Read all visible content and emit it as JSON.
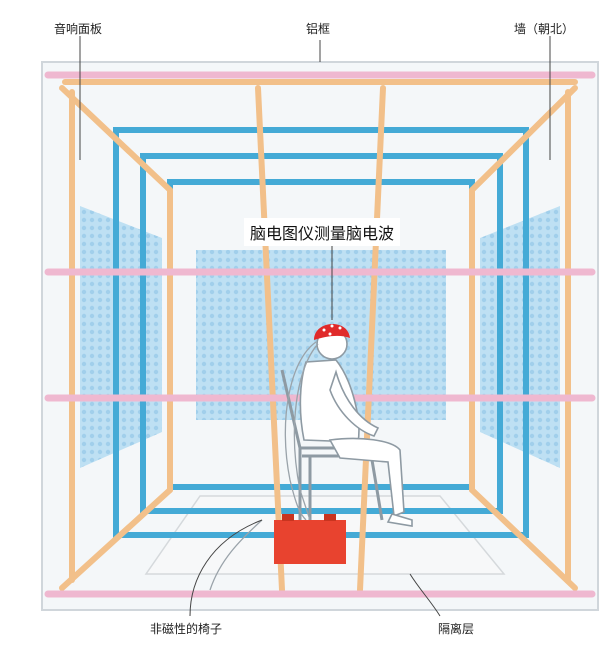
{
  "labels": {
    "speaker_panel": "音响面板",
    "aluminum_frame": "铝框",
    "wall": "墙（朝北）",
    "eeg": "脑电图仪测量脑电波",
    "chair": "非磁性的椅子",
    "isolation": "隔离层"
  },
  "colors": {
    "blue_frame": "#44aad6",
    "orange_frame": "#f2c08a",
    "pink_frame": "#efb8d0",
    "panel": "#a9d6ef",
    "battery": "#e8432f",
    "eeg_cap": "#e02a2a"
  }
}
